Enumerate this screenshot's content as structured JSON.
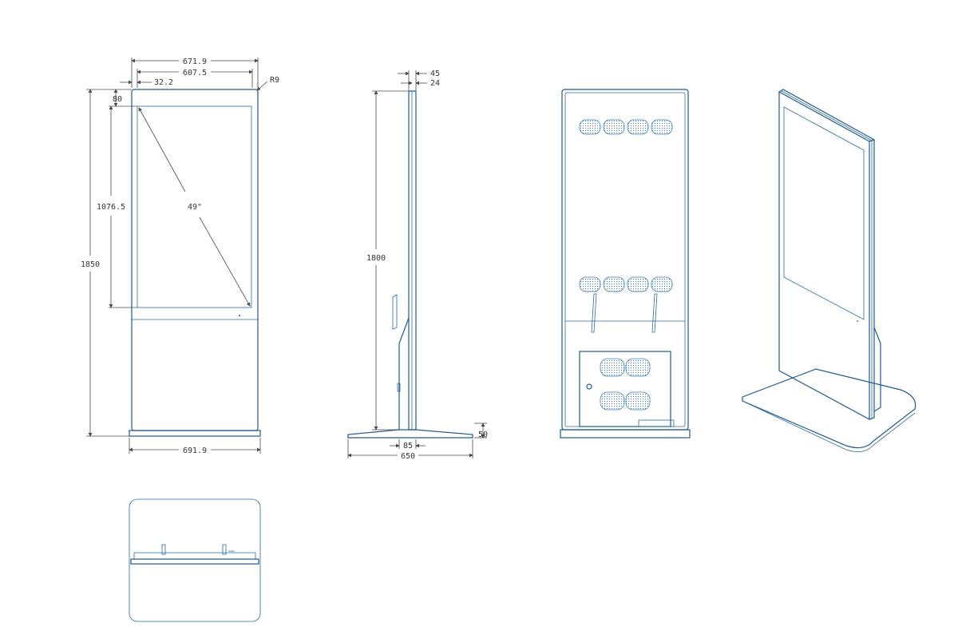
{
  "colors": {
    "outline": "#1f5a93",
    "dimension": "#4a4a4a",
    "background": "#ffffff"
  },
  "front_view": {
    "dims": {
      "overall_width": "671.9",
      "frame_width": "607.5",
      "side_margin": "32.2",
      "corner_radius": "R9",
      "top_margin": "80",
      "screen_height": "1076.5",
      "diagonal": "49\"",
      "total_height": "1850",
      "base_width": "691.9"
    }
  },
  "side_view": {
    "dims": {
      "top_depth": "45",
      "panel_depth": "24",
      "height": "1800",
      "base_height": "50",
      "column_depth": "85",
      "base_depth": "650"
    }
  }
}
